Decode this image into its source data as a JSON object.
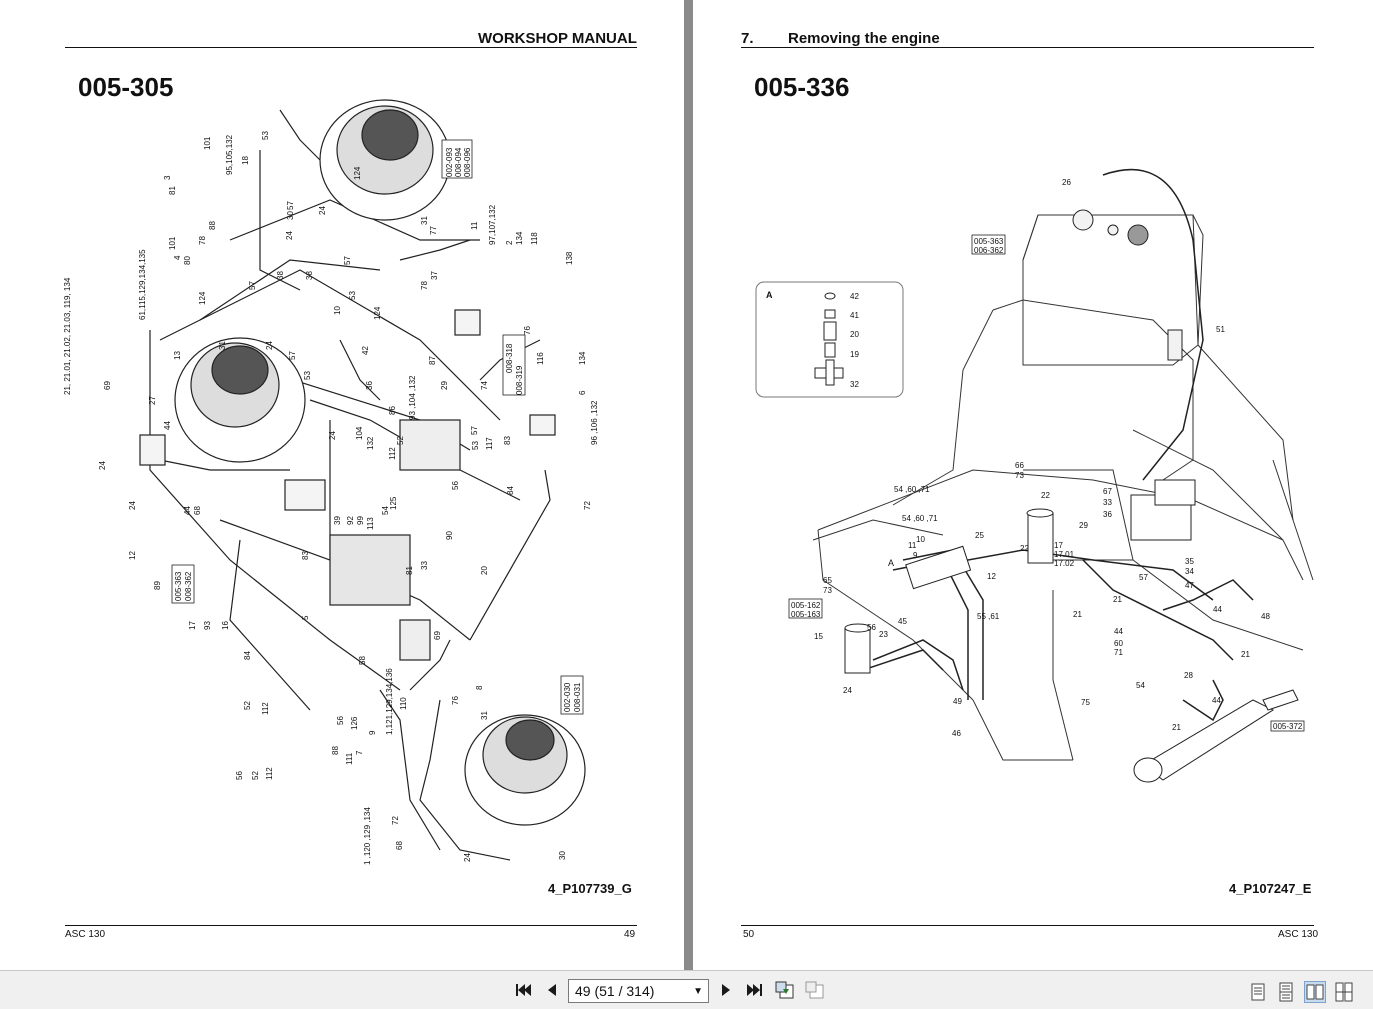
{
  "left_page": {
    "header": "WORKSHOP MANUAL",
    "figure_id": "005-305",
    "drawing_number": "4_P107739_G",
    "footer_model": "ASC 130",
    "page_number": "49"
  },
  "right_page": {
    "chapter_number": "7.",
    "chapter_title": "Removing the engine",
    "figure_id": "005-336",
    "drawing_number": "4_P107247_E",
    "footer_model": "ASC 130",
    "page_number": "50",
    "detail_label": "A"
  },
  "toolbar": {
    "page_selector_value": "49 (51 / 314)",
    "icons": [
      "first-page-icon",
      "previous-page-icon",
      "next-page-icon",
      "last-page-icon",
      "previous-view-icon",
      "next-view-icon",
      "single-page-icon",
      "continuous-page-icon",
      "facing-pages-icon",
      "continuous-facing-icon"
    ]
  }
}
